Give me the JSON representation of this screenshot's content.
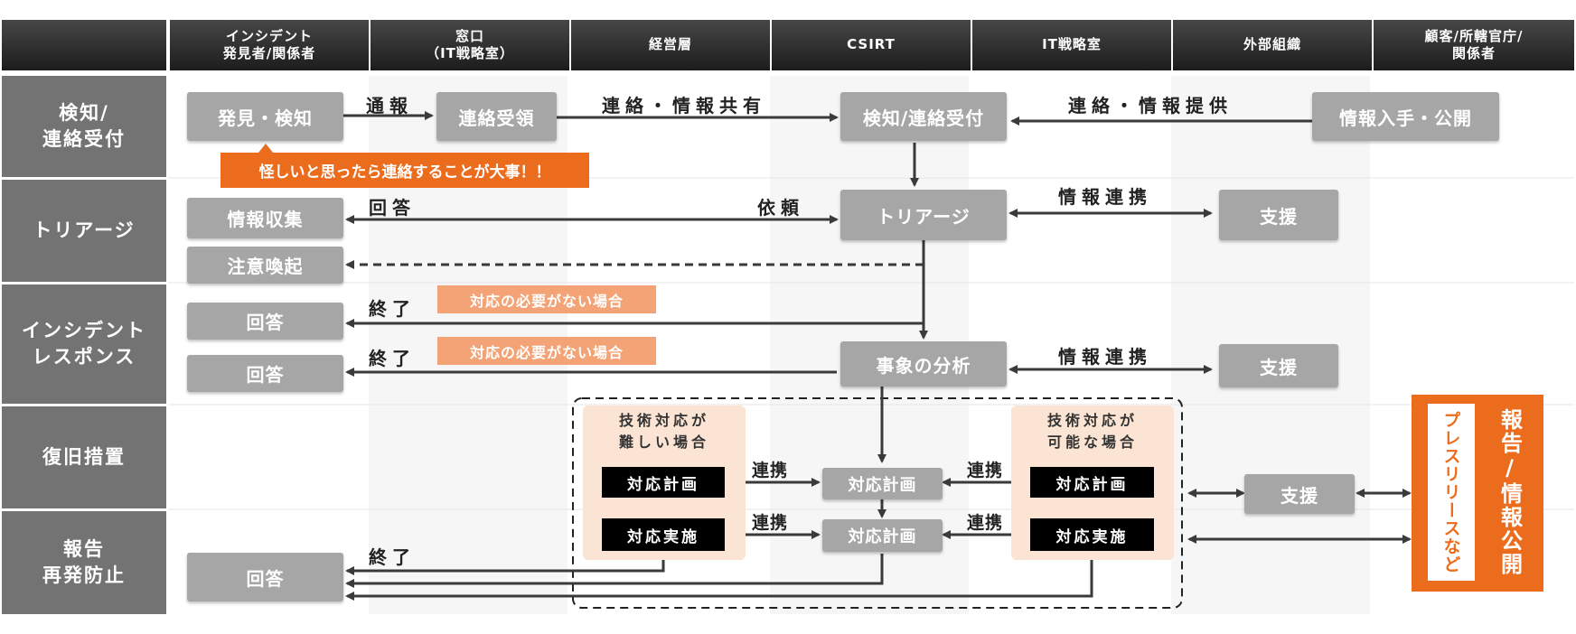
{
  "headers": [
    "インシデント\n発見者/関係者",
    "窓口\n（IT戦略室）",
    "経営層",
    "CSIRT",
    "IT戦略室",
    "外部組織",
    "顧客/所轄官庁/\n関係者"
  ],
  "rows": [
    "検知/\n連絡受付",
    "トリアージ",
    "インシデント\nレスポンス",
    "復旧措置",
    "報告\n再発防止"
  ],
  "boxes": {
    "hakken": "発見・検知",
    "renraku_juryo": "連絡受領",
    "kenchi_uketsuke": "検知/連絡受付",
    "joho_nyushu": "情報入手・公開",
    "joho_shushu": "情報収集",
    "triage": "トリアージ",
    "shien1": "支援",
    "chui_kanki": "注意喚起",
    "kaito1": "回答",
    "kaito2": "回答",
    "jisho_bunseki": "事象の分析",
    "shien2": "支援",
    "csirt_plan1": "対応計画",
    "csirt_plan2": "対応計画",
    "shien3": "支援",
    "kaito3": "回答"
  },
  "peach_left": {
    "title": "技術対応が\n難しい場合",
    "plan": "対応計画",
    "exec": "対応実施"
  },
  "peach_right": {
    "title": "技術対応が\n可能な場合",
    "plan": "対応計画",
    "exec": "対応実施"
  },
  "labels": {
    "tsuho": "通報",
    "renraku_kyoyu": "連絡・情報共有",
    "renraku_teikyo": "連絡・情報提供",
    "kaito": "回答",
    "irai": "依頼",
    "joho_renkei1": "情報連携",
    "joho_renkei2": "情報連携",
    "shuryo1": "終了",
    "shuryo2": "終了",
    "shuryo3": "終了",
    "renkei1": "連携",
    "renkei2": "連携",
    "renkei3": "連携",
    "renkei4": "連携"
  },
  "callout": "怪しいと思ったら連絡することが大事！！",
  "note1": "対応の必要がない場合",
  "note2": "対応の必要がない場合",
  "report": {
    "title": "報告/情報公開",
    "inner": "プレスリリースなど"
  },
  "colors": {
    "orange": "#ec6c1d",
    "salmon": "#f3a375",
    "peach": "#fbe4d3",
    "gray_box": "#a6a6a6",
    "row_label": "#737373",
    "arrow": "#3a3a3a"
  }
}
